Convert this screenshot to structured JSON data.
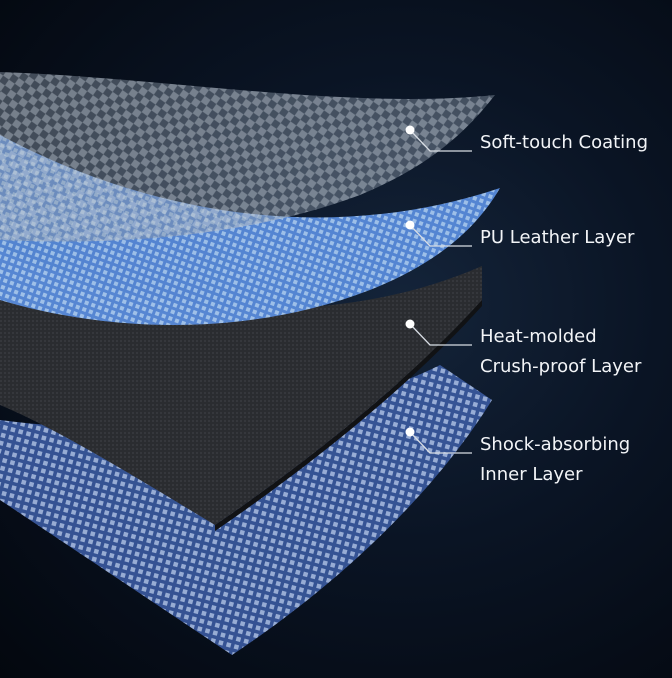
{
  "layers": [
    {
      "label_lines": [
        "Soft-touch Coating"
      ],
      "color": "#b9c3cf"
    },
    {
      "label_lines": [
        "PU Leather Layer"
      ],
      "color": "#7fb2ec"
    },
    {
      "label_lines": [
        "Heat-molded",
        "Crush-proof Layer"
      ],
      "color": "#2b2d31"
    },
    {
      "label_lines": [
        "Shock-absorbing",
        "Inner Layer"
      ],
      "color": "#5f86d0"
    }
  ],
  "colors": {
    "background": "#0a1424",
    "label_text": "#f2f4f7",
    "leader_line": "#d8dde4"
  }
}
